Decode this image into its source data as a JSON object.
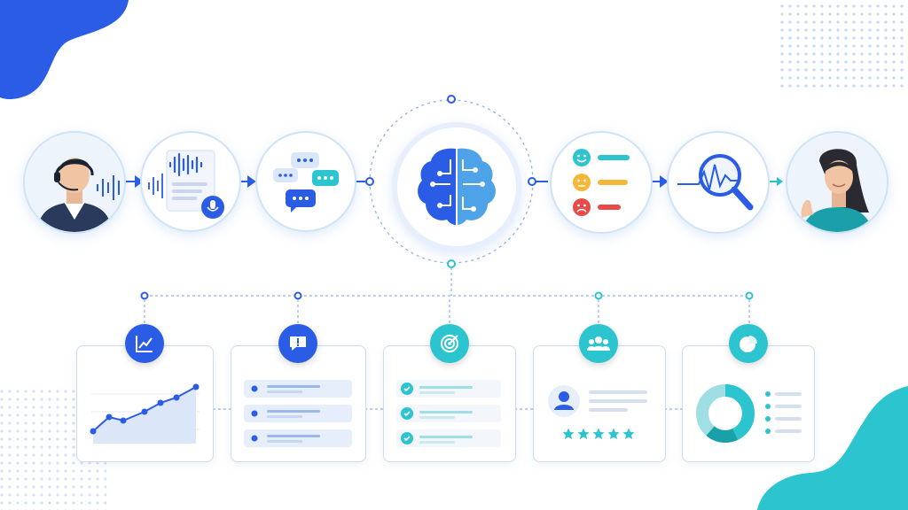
{
  "theme": {
    "primary_blue": "#2b5ce6",
    "teal": "#2bc4cf",
    "light_blue": "#e8f0fd",
    "line": "#7aa6e8"
  },
  "pipeline": {
    "stages": [
      {
        "id": "customer",
        "icon": "customer-agent-avatar-icon"
      },
      {
        "id": "transcription",
        "icon": "speech-to-text-icon"
      },
      {
        "id": "conversation",
        "icon": "chat-bubbles-icon"
      },
      {
        "id": "ai-brain",
        "icon": "ai-brain-icon"
      },
      {
        "id": "sentiment",
        "icon": "sentiment-faces-icon"
      },
      {
        "id": "analysis",
        "icon": "waveform-magnifier-icon"
      },
      {
        "id": "agent",
        "icon": "support-agent-avatar-icon"
      }
    ]
  },
  "insights": [
    {
      "id": "trend",
      "icon": "line-chart-icon",
      "badge_color": "#2b5ce6"
    },
    {
      "id": "alerts",
      "icon": "alert-message-icon",
      "badge_color": "#2b5ce6"
    },
    {
      "id": "goals",
      "icon": "target-icon",
      "badge_color": "#2bc4cf"
    },
    {
      "id": "team",
      "icon": "team-icon",
      "badge_color": "#2bc4cf"
    },
    {
      "id": "distribution",
      "icon": "pie-chart-icon",
      "badge_color": "#2bc4cf"
    }
  ],
  "rating": {
    "stars": 5
  }
}
